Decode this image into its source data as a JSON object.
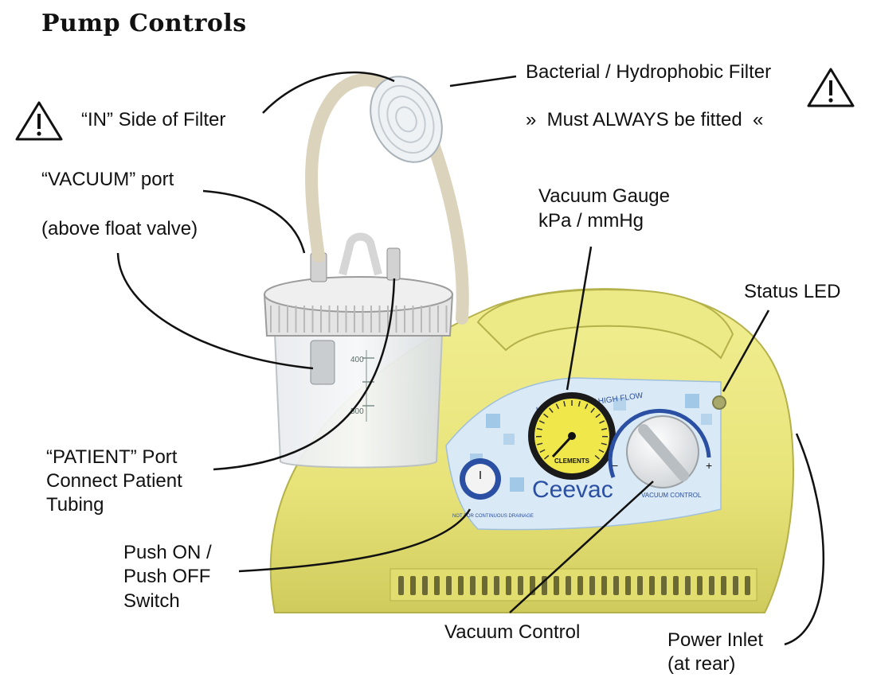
{
  "title": "Pump Controls",
  "labels": {
    "in_side": "“IN” Side of Filter",
    "bacterial_filter": "Bacterial / Hydrophobic Filter",
    "must_fit": "»  Must ALWAYS be fitted  «",
    "vacuum_port_1": "“VACUUM” port",
    "vacuum_port_2": "(above float valve)",
    "gauge_1": "Vacuum Gauge",
    "gauge_2": "kPa / mmHg",
    "status_led": "Status LED",
    "patient_1": "“PATIENT” Port",
    "patient_2": "Connect Patient",
    "patient_3": "Tubing",
    "switch_1": "Push ON /",
    "switch_2": "Push OFF",
    "switch_3": "Switch",
    "vacuum_control": "Vacuum Control",
    "power_1": "Power Inlet",
    "power_2": "(at rear)"
  },
  "device": {
    "brand": "Ceevac",
    "panel_arc_text": "HIGH VACUUM / HIGH FLOW",
    "knob_caption": "VACUUM CONTROL",
    "switch_caption": "NOT FOR CONTINUOUS DRAINAGE",
    "gauge_brand": "CLEMENTS",
    "jar_marks": [
      "400",
      "500"
    ],
    "knob_minus": "−",
    "knob_plus": "+"
  },
  "icons": {
    "warning": "warning-triangle-icon"
  },
  "colors": {
    "body": "#e8e47a",
    "body_dark": "#c9c558",
    "panel": "#cfe3f2",
    "panel_blue": "#7fb0da",
    "gauge_face": "#f0e84a",
    "knob_ring": "#2a4fa3",
    "lid": "#e4e4e4"
  }
}
